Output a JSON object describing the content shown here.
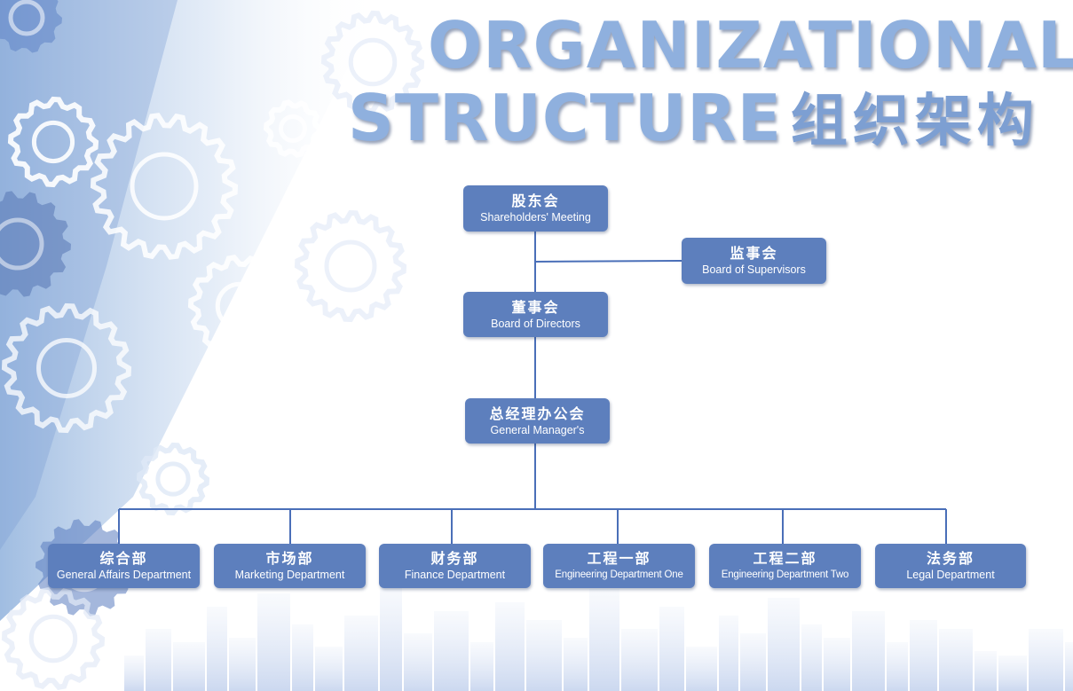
{
  "title": {
    "line1": "ORGANIZATIONAL",
    "line2": "STRUCTURE",
    "line2_cn": "组织架构"
  },
  "nodes": {
    "shareholders": {
      "zh": "股东会",
      "en": "Shareholders' Meeting"
    },
    "supervisors": {
      "zh": "监事会",
      "en": "Board of Supervisors"
    },
    "directors": {
      "zh": "董事会",
      "en": "Board of Directors"
    },
    "gm": {
      "zh": "总经理办公会",
      "en": "General Manager's"
    },
    "departments": [
      {
        "zh": "综合部",
        "en": "General Affairs Department"
      },
      {
        "zh": "市场部",
        "en": "Marketing Department"
      },
      {
        "zh": "财务部",
        "en": "Finance Department"
      },
      {
        "zh": "工程一部",
        "en": "Engineering Department One"
      },
      {
        "zh": "工程二部",
        "en": "Engineering Department Two"
      },
      {
        "zh": "法务部",
        "en": "Legal Department"
      }
    ]
  },
  "colors": {
    "node": "#5d7fbd",
    "line": "#4a6fb8",
    "title": "#8fb0de"
  }
}
